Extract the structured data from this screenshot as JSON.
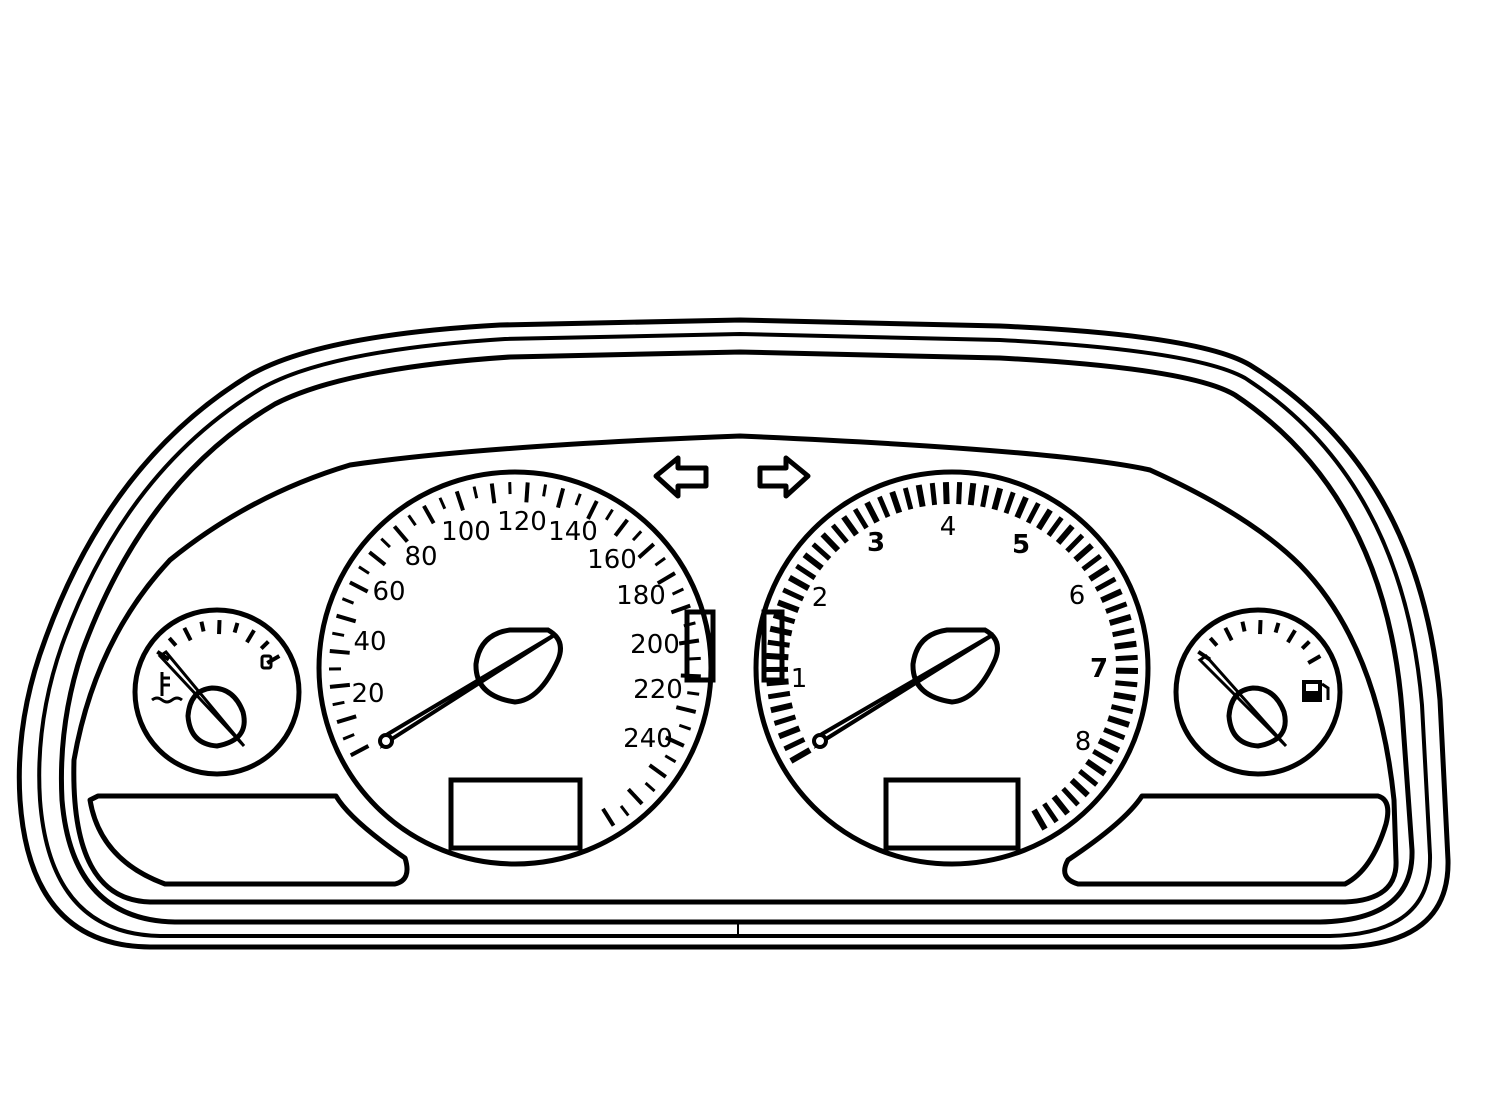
{
  "colors": {
    "ink": "#000000",
    "background": "#ffffff"
  },
  "cluster": {
    "turn_signals": [
      {
        "name": "left-turn-arrow-icon",
        "direction": "left"
      },
      {
        "name": "right-turn-arrow-icon",
        "direction": "right"
      }
    ],
    "speedometer": {
      "labels": [
        "20",
        "40",
        "60",
        "80",
        "100",
        "120",
        "140",
        "160",
        "180",
        "200",
        "220",
        "240"
      ],
      "needle_value": 0
    },
    "tachometer": {
      "labels": [
        "1",
        "2",
        "3",
        "4",
        "5",
        "6",
        "7",
        "8"
      ],
      "bold_labels": [
        "3",
        "5",
        "7"
      ],
      "needle_value": 0
    },
    "temperature_gauge": {
      "icon": "coolant-temperature-icon",
      "level": 0
    },
    "fuel_gauge": {
      "icon": "fuel-pump-icon",
      "level": 0
    }
  }
}
